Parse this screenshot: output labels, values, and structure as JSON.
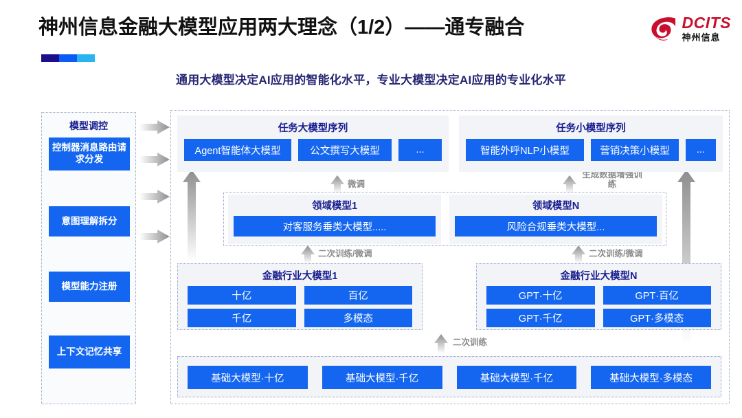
{
  "header": {
    "title": "神州信息金融大模型应用两大理念（1/2）——通专融合",
    "subtitle": "通用大模型决定AI应用的智能化水平，专业大模型决定AI应用的专业化水平",
    "logo_en": "DCITS",
    "logo_cn": "神州信息",
    "accent_navy": "#1b0f8c",
    "accent_blue": "#0b5cf5",
    "accent_cyan": "#28b5ef",
    "brand_red": "#c8102e",
    "chip_blue": "#1466f0",
    "title_color": "#171c8f"
  },
  "left_panel": {
    "title": "模型调控",
    "items": [
      {
        "label": "控制器消息路由请求分发"
      },
      {
        "label": "意图理解拆分"
      },
      {
        "label": "模型能力注册"
      },
      {
        "label": "上下文记忆共享"
      }
    ]
  },
  "task_sequences": [
    {
      "title": "任务大模型序列",
      "chips": [
        "Agent智能体大模型",
        "公文撰写大模型",
        "..."
      ]
    },
    {
      "title": "任务小模型序列",
      "chips": [
        "智能外呼NLP小模型",
        "营销决策小模型",
        "..."
      ]
    }
  ],
  "domain_models": [
    {
      "title": "领域模型1",
      "chip": "对客服务垂类大模型....."
    },
    {
      "title": "领域模型N",
      "chip": "风险合规垂类大模型..."
    }
  ],
  "industry_models": [
    {
      "title": "金融行业大模型1",
      "chips": [
        "十亿",
        "百亿",
        "千亿",
        "多模态"
      ]
    },
    {
      "title": "金融行业大模型N",
      "chips": [
        "GPT·十亿",
        "GPT·百亿",
        "GPT·千亿",
        "GPT·多模态"
      ]
    }
  ],
  "base_models": {
    "chips": [
      "基础大模型·十亿",
      "基础大模型·千亿",
      "基础大模型·千亿",
      "基础大模型·多模态"
    ]
  },
  "arrow_labels": {
    "fine_tune": "微调",
    "gen_data_aug": "生成数据增强训练",
    "retrain_tune_left": "二次训练/微调",
    "retrain_tune_right": "二次训练/微调",
    "retrain": "二次训练"
  }
}
